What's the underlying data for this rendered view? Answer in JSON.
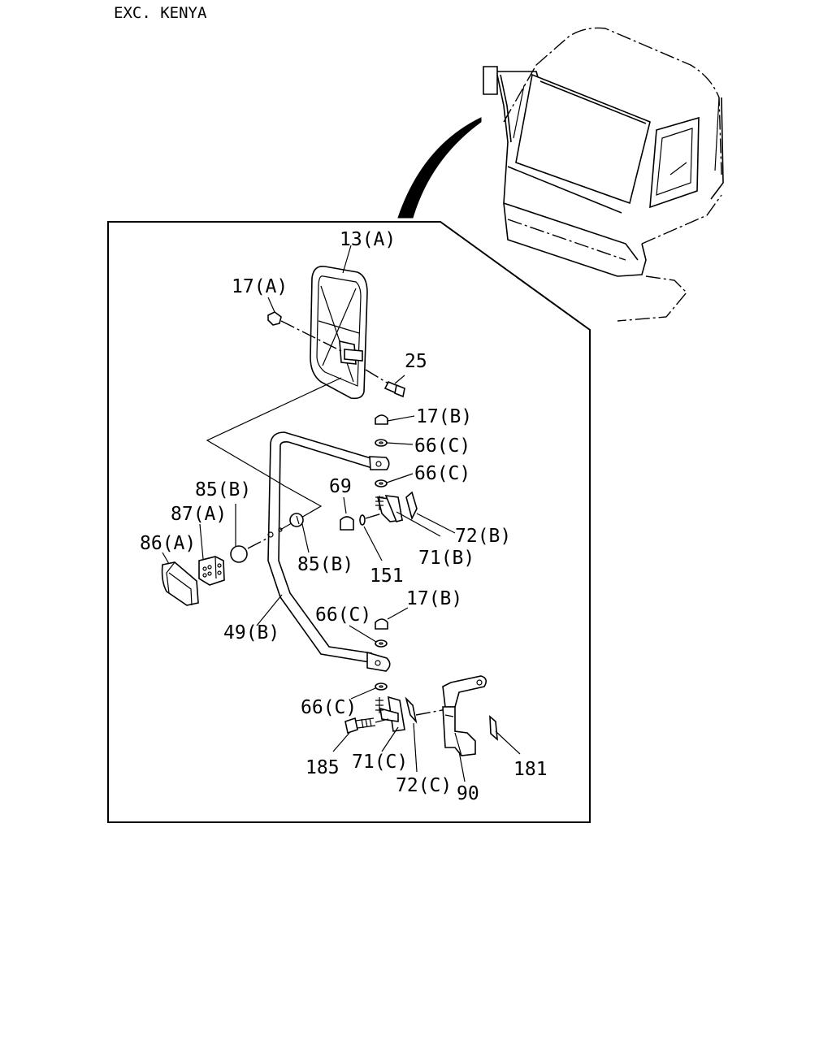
{
  "header": "EXC. KENYA",
  "labels": [
    {
      "id": "13a",
      "text": "13(A)"
    },
    {
      "id": "17a",
      "text": "17(A)"
    },
    {
      "id": "25",
      "text": "25"
    },
    {
      "id": "17b-1",
      "text": "17(B)"
    },
    {
      "id": "66c-1",
      "text": "66(C)"
    },
    {
      "id": "66c-2",
      "text": "66(C)"
    },
    {
      "id": "69",
      "text": "69"
    },
    {
      "id": "85b-1",
      "text": "85(B)"
    },
    {
      "id": "87a",
      "text": "87(A)"
    },
    {
      "id": "86a",
      "text": "86(A)"
    },
    {
      "id": "85b-2",
      "text": "85(B)"
    },
    {
      "id": "151",
      "text": "151"
    },
    {
      "id": "71b",
      "text": "71(B)"
    },
    {
      "id": "72b",
      "text": "72(B)"
    },
    {
      "id": "17b-2",
      "text": "17(B)"
    },
    {
      "id": "66c-3",
      "text": "66(C)"
    },
    {
      "id": "49b",
      "text": "49(B)"
    },
    {
      "id": "66c-4",
      "text": "66(C)"
    },
    {
      "id": "185",
      "text": "185"
    },
    {
      "id": "71c",
      "text": "71(C)"
    },
    {
      "id": "72c",
      "text": "72(C)"
    },
    {
      "id": "90",
      "text": "90"
    },
    {
      "id": "181",
      "text": "181"
    }
  ]
}
